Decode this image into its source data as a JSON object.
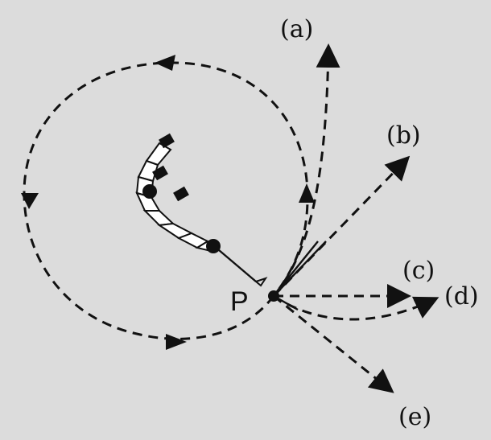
{
  "diagram": {
    "colors": {
      "background": "#dcdcdc",
      "ink": "#111111",
      "robot_body": "#ffffff"
    },
    "point_label": "P",
    "trajectories": [
      {
        "id": "a",
        "label": "(a)"
      },
      {
        "id": "b",
        "label": "(b)"
      },
      {
        "id": "c",
        "label": "(c)"
      },
      {
        "id": "d",
        "label": "(d)"
      },
      {
        "id": "e",
        "label": "(e)"
      }
    ],
    "loop": {
      "label": ""
    },
    "robot": {
      "icon": "snake-robot-icon"
    }
  }
}
